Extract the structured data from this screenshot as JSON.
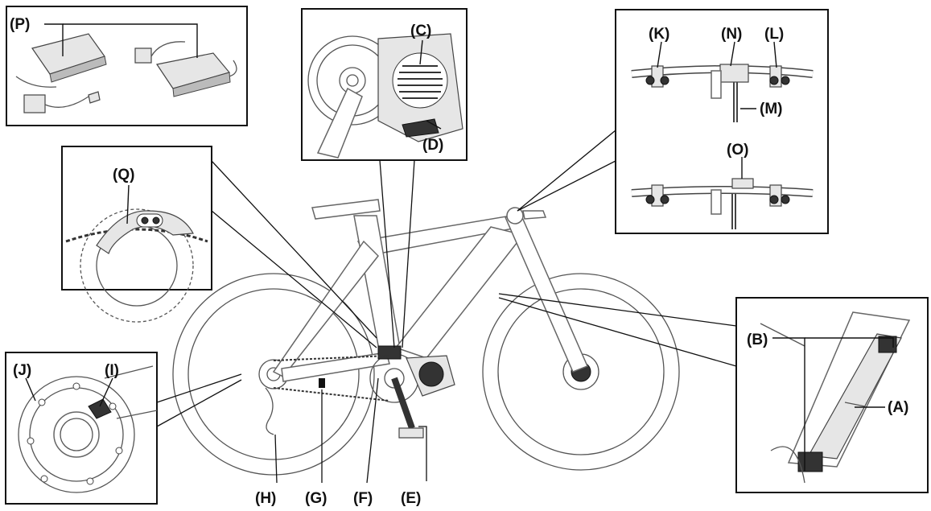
{
  "labels": {
    "A": "(A)",
    "B": "(B)",
    "C": "(C)",
    "D": "(D)",
    "E": "(E)",
    "F": "(F)",
    "G": "(G)",
    "H": "(H)",
    "I": "(I)",
    "J": "(J)",
    "K": "(K)",
    "L": "(L)",
    "M": "(M)",
    "N": "(N)",
    "O": "(O)",
    "P": "(P)",
    "Q": "(Q)"
  }
}
